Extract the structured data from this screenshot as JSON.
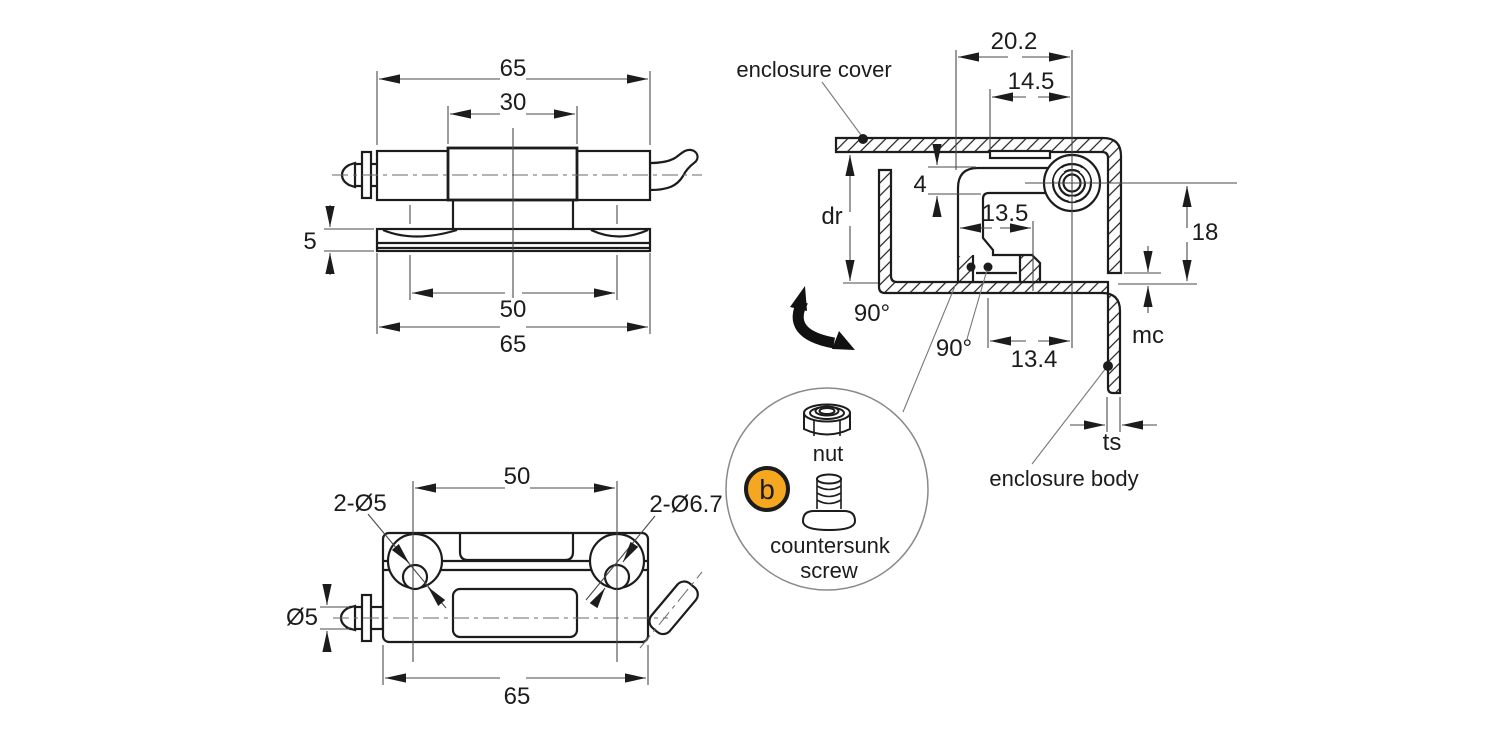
{
  "front_view": {
    "overall_width_top": "65",
    "knuckle_width": "30",
    "plate_thickness": "5",
    "hole_pitch": "50",
    "overall_width_bottom": "65"
  },
  "top_view": {
    "hole_pitch": "50",
    "small_holes": "2-Ø5",
    "large_holes": "2-Ø6.7",
    "pin_diameter": "Ø5",
    "overall_width": "65"
  },
  "section_view": {
    "pin_offset": "20.2",
    "leaf_offset": "14.5",
    "leaf_thickness": "4",
    "foot_width": "13.5",
    "pin_height": "18",
    "screw_to_pin": "13.4",
    "door_return": "dr",
    "mounting_clearance": "mc",
    "sheet_thickness": "ts",
    "open_angle": "90°",
    "screw_angle": "90°",
    "cover_label": "enclosure cover",
    "body_label": "enclosure body"
  },
  "detail": {
    "badge": "b",
    "nut_label": "nut",
    "screw_label_line1": "countersunk",
    "screw_label_line2": "screw"
  },
  "colors": {
    "badge_yellow": "#F6A720",
    "line": "#1c1c1c"
  }
}
